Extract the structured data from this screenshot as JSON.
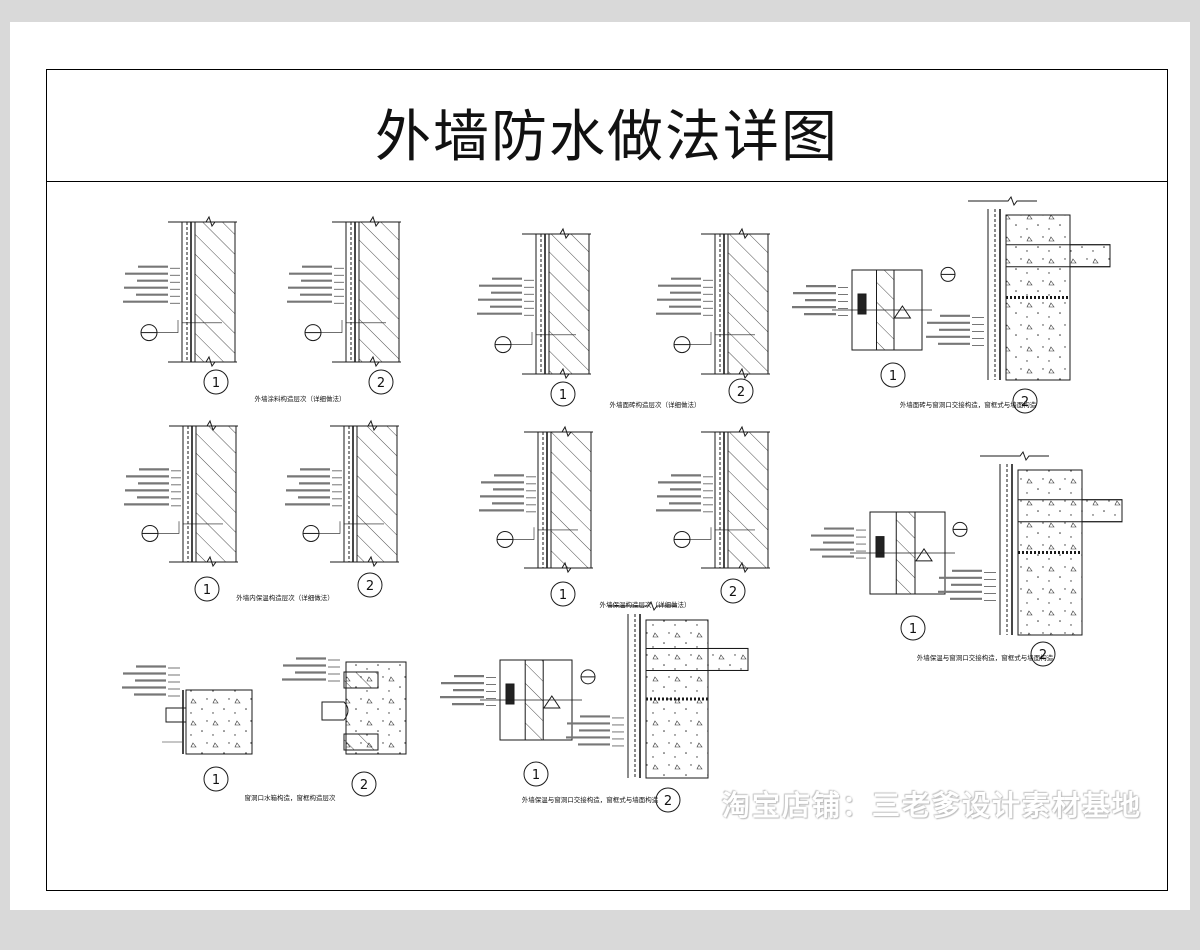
{
  "title": "外墙防水做法详图",
  "watermark": "淘宝店铺：三老爹设计素材基地",
  "detail_numbers": {
    "one": "1",
    "two": "2"
  },
  "captions": {
    "g1": "外墙涂料构造层次（详细做法）",
    "g2": "外墙面砖构造层次（详细做法）",
    "g3": "外墙内保温构造层次（详细做法）",
    "g4": "外墙保温构造层次（详细做法）",
    "g5": "外墙面砖构造层次（详细做法）",
    "g6": "外墙面砖与窗洞口交接构造，窗框式与墙面构造",
    "g7": "外墙保温与窗洞口交接构造，窗框式与墙面构造",
    "g8": "外墙保温与窗洞口交接构造，窗框式与墙面构造",
    "g9": "窗洞口水箱构造，窗框构造层次"
  },
  "colors": {
    "line": "#1a1a1a",
    "sheet": "#ffffff",
    "background": "#d9d9d9"
  }
}
